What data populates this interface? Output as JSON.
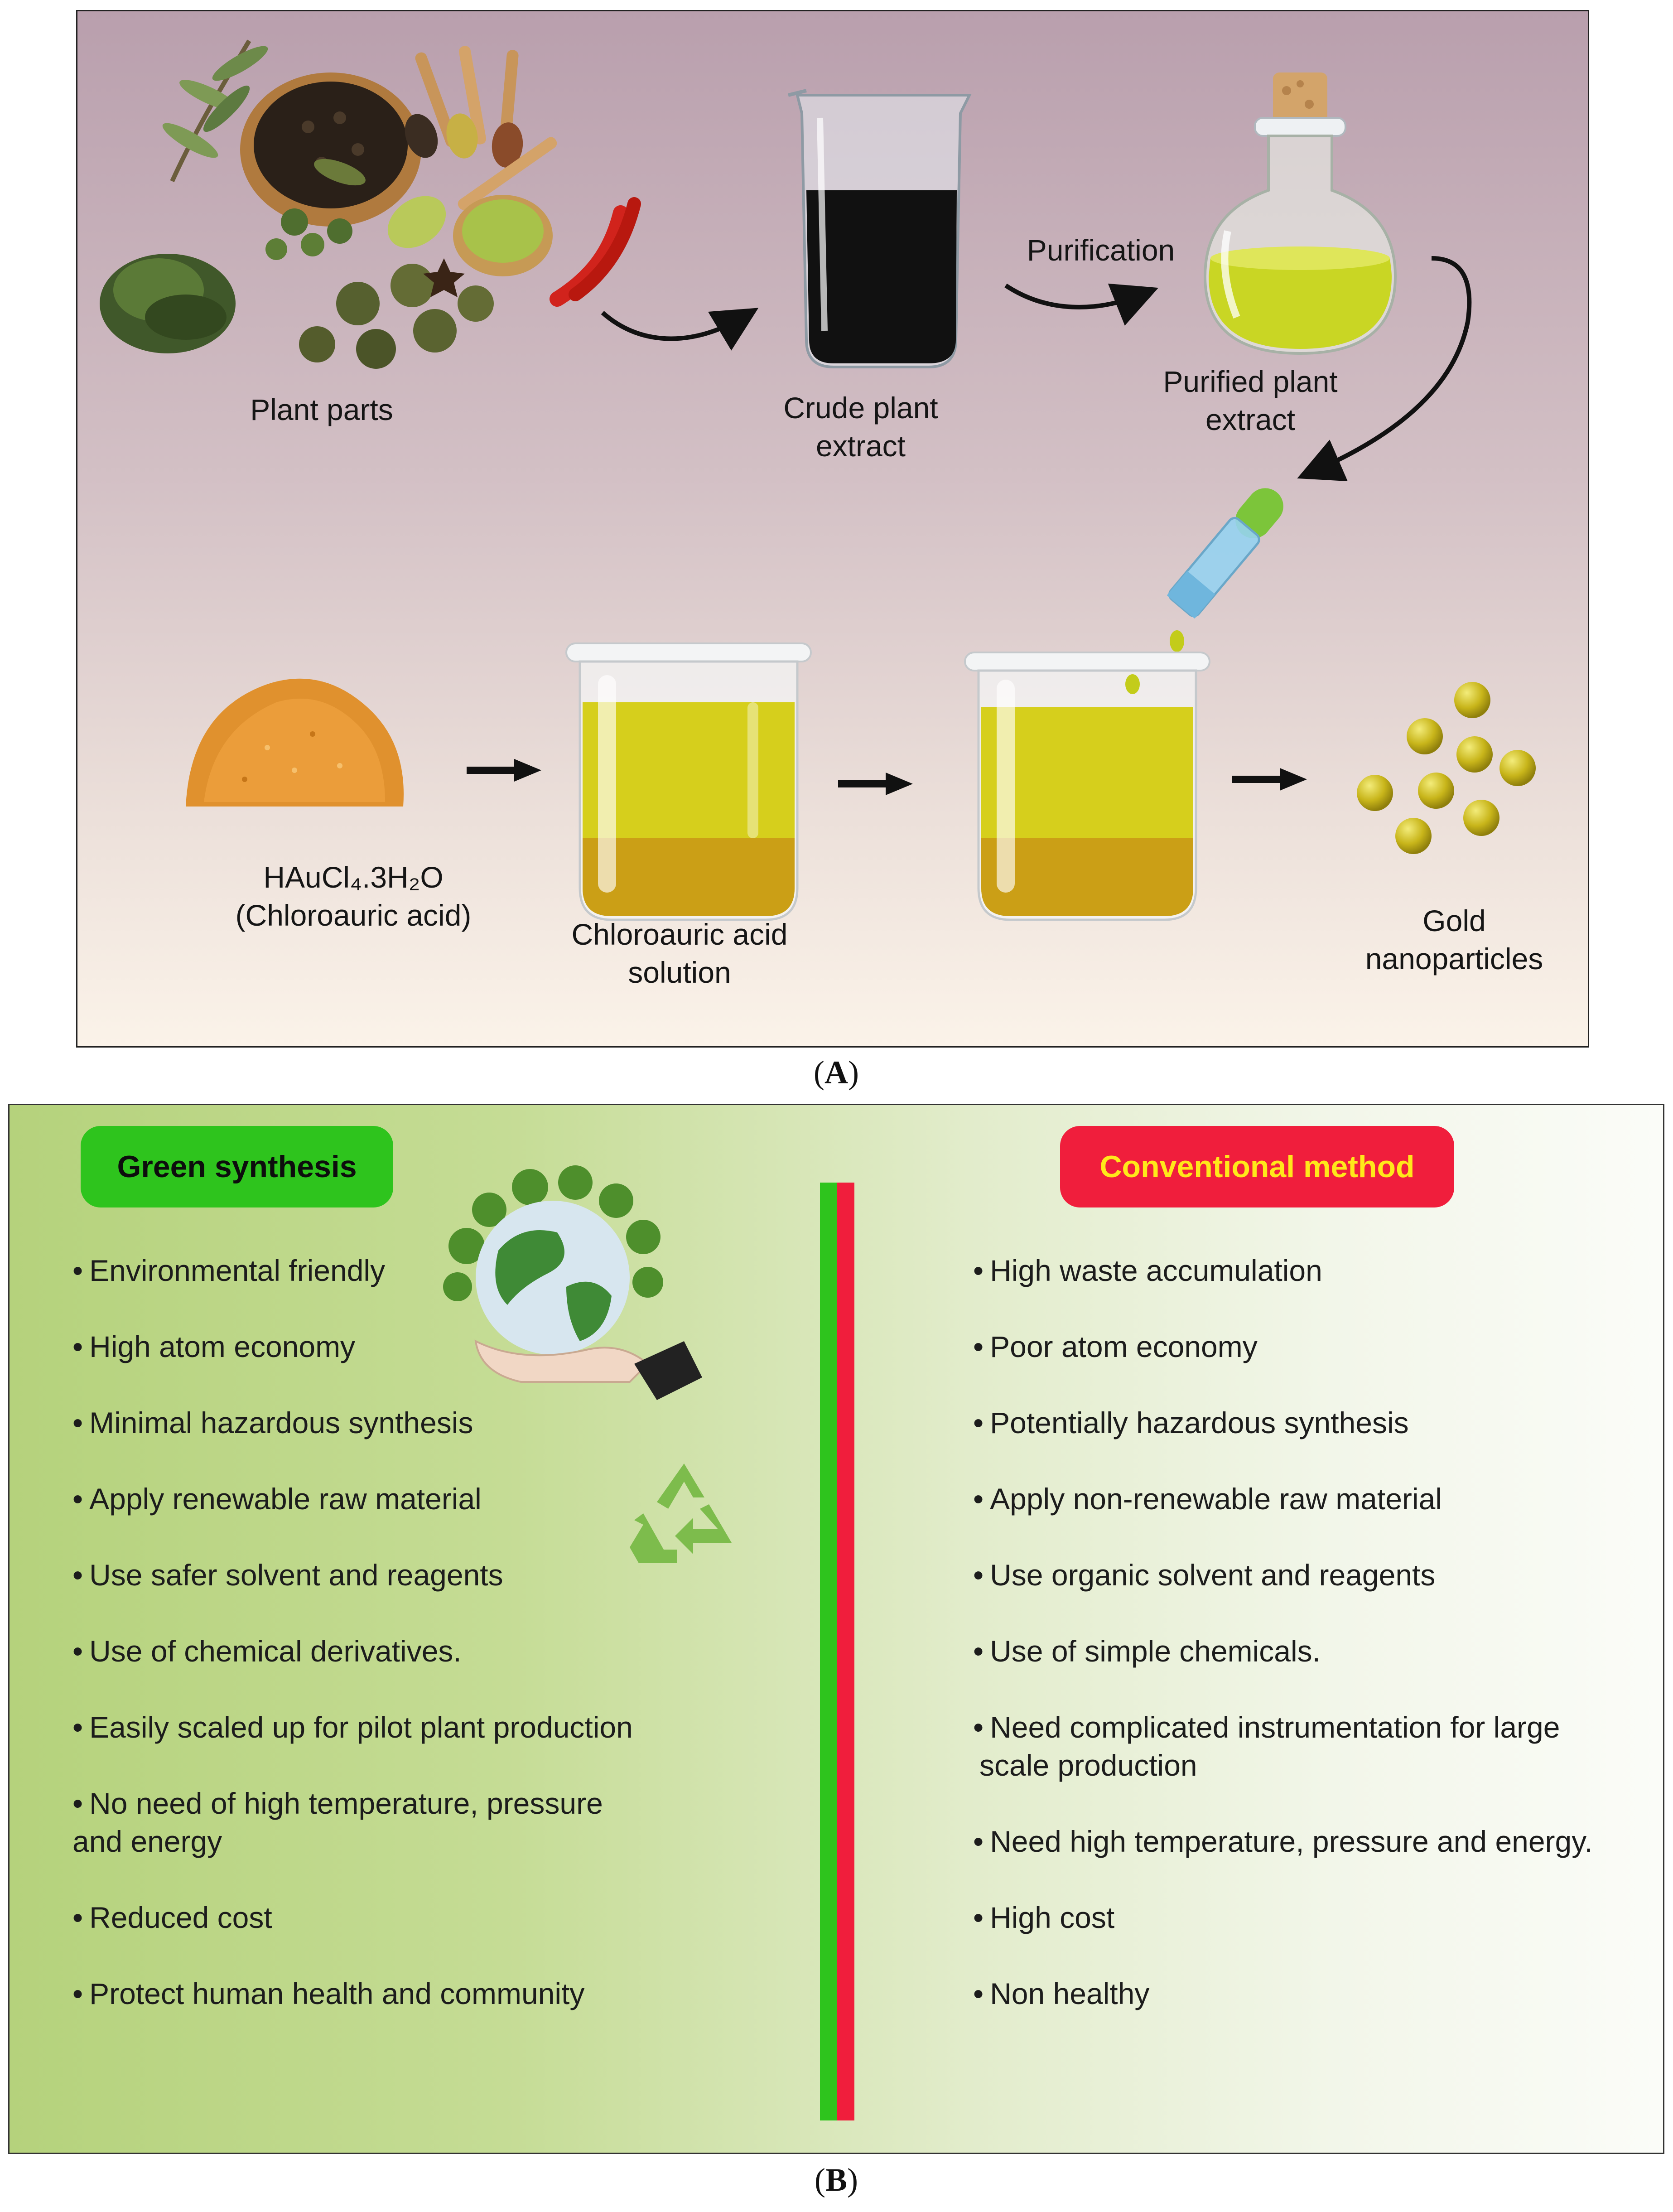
{
  "panel_a": {
    "caption": "A",
    "labels": {
      "plant_parts": "Plant parts",
      "crude_extract": [
        "Crude plant",
        "extract"
      ],
      "purification": "Purification",
      "purified_extract": [
        "Purified plant",
        "extract"
      ],
      "chloroauric_formula": "HAuCl₄.3H₂O",
      "chloroauric_name": "(Chloroauric acid)",
      "chloroauric_solution": [
        "Chloroauric acid",
        "solution"
      ],
      "gold_nanoparticles": [
        "Gold",
        "nanoparticles"
      ]
    },
    "colors": {
      "gold": "#c8b51a",
      "solution": "#d6cf1c",
      "crude": "#111111"
    }
  },
  "panel_b": {
    "caption": "B",
    "green": {
      "title": "Green synthesis",
      "color": "#2ec41d",
      "items": [
        "Environmental friendly",
        "High atom economy",
        "Minimal hazardous synthesis",
        "Apply renewable raw material",
        "Use safer solvent and reagents",
        "Use of chemical derivatives.",
        "Easily scaled up for pilot plant production",
        "No need of high temperature, pressure",
        "and energy",
        "Reduced cost",
        "Protect human health and community"
      ]
    },
    "conventional": {
      "title": "Conventional method",
      "color": "#f01e3c",
      "items": [
        "High waste accumulation",
        "Poor atom economy",
        "Potentially hazardous synthesis",
        "Apply non-renewable raw material",
        "Use organic solvent and reagents",
        "Use of simple chemicals.",
        "Need complicated instrumentation for large",
        "scale production",
        "Need high temperature, pressure and energy.",
        "High cost",
        "Non healthy"
      ]
    }
  }
}
